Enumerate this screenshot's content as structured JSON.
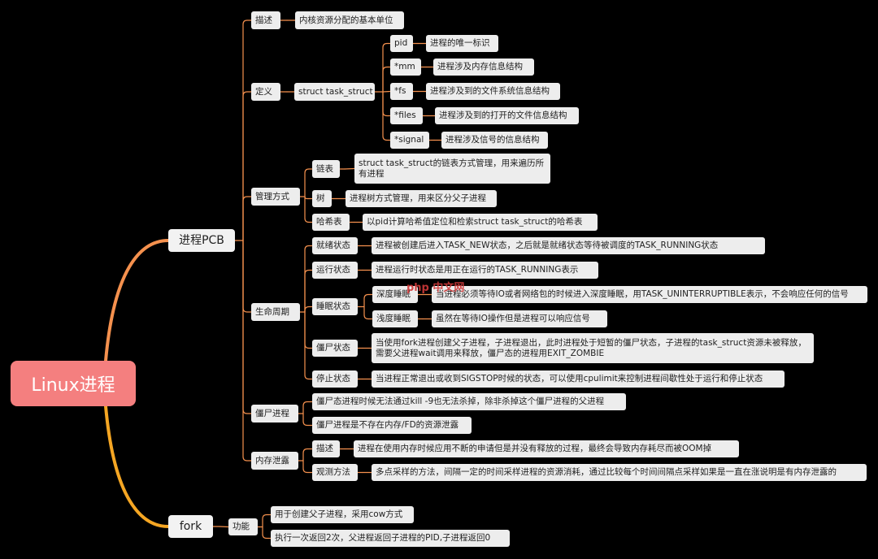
{
  "root": "Linux进程",
  "pcb": {
    "label": "进程PCB",
    "desc": {
      "label": "描述",
      "text": "内核资源分配的基本单位"
    },
    "def": {
      "label": "定义",
      "struct": "struct task_struct",
      "fields": [
        {
          "name": "pid",
          "text": "进程的唯一标识"
        },
        {
          "name": "*mm",
          "text": "进程涉及内存信息结构"
        },
        {
          "name": "*fs",
          "text": "进程涉及到的文件系统信息结构"
        },
        {
          "name": "*files",
          "text": "进程涉及到的打开的文件信息结构"
        },
        {
          "name": "*signal",
          "text": "进程涉及信号的信息结构"
        }
      ]
    },
    "mgmt": {
      "label": "管理方式",
      "items": [
        {
          "name": "链表",
          "text": "struct task_struct的链表方式管理，用来遍历所有进程"
        },
        {
          "name": "树",
          "text": "进程树方式管理，用来区分父子进程"
        },
        {
          "name": "哈希表",
          "text": "以pid计算哈希值定位和检索struct task_struct的哈希表"
        }
      ]
    },
    "life": {
      "label": "生命周期",
      "ready": {
        "name": "就绪状态",
        "text": "进程被创建后进入TASK_NEW状态，之后就是就绪状态等待被调度的TASK_RUNNING状态"
      },
      "running": {
        "name": "运行状态",
        "text": "进程运行时状态是用正在运行的TASK_RUNNING表示"
      },
      "sleep": {
        "name": "睡眠状态",
        "deep": {
          "name": "深度睡眠",
          "text": "当进程必须等待IO或者网络包的时候进入深度睡眠，用TASK_UNINTERRUPTIBLE表示，不会响应任何的信号"
        },
        "light": {
          "name": "浅度睡眠",
          "text": "虽然在等待IO操作但是进程可以响应信号"
        }
      },
      "zombie": {
        "name": "僵尸状态",
        "text": "当使用fork进程创建父子进程，子进程退出，此时进程处于短暂的僵尸状态，子进程的task_struct资源未被释放，需要父进程wait调用来释放，僵尸态的进程用EXIT_ZOMBIE"
      },
      "stopped": {
        "name": "停止状态",
        "text": "当进程正常退出或收到SIGSTOP时候的状态，可以使用cpulimit来控制进程间歇性处于运行和停止状态"
      }
    },
    "zombie": {
      "label": "僵尸进程",
      "items": [
        "僵尸态进程时候无法通过kill -9也无法杀掉，除非杀掉这个僵尸进程的父进程",
        "僵尸进程是不存在内存/FD的资源泄露"
      ]
    },
    "leak": {
      "label": "内存泄露",
      "desc": {
        "name": "描述",
        "text": "进程在使用内存时候应用不断的申请但是并没有释放的过程，最终会导致内存耗尽而被OOM掉"
      },
      "observe": {
        "name": "观测方法",
        "text": "多点采样的方法，间隔一定的时间采样进程的资源消耗，通过比较每个时间间隔点采样如果是一直在涨说明是有内存泄露的"
      }
    }
  },
  "fork": {
    "label": "fork",
    "func": "功能",
    "items": [
      "用于创建父子进程，采用cow方式",
      "执行一次返回2次，父进程返回子进程的PID,子进程返回0"
    ]
  },
  "watermark": "php 中文网",
  "colors": {
    "link": "#f5914e",
    "root": "#f47f7f",
    "node": "#ededed",
    "bg": "#000000",
    "fork_link": "#f5a623"
  }
}
